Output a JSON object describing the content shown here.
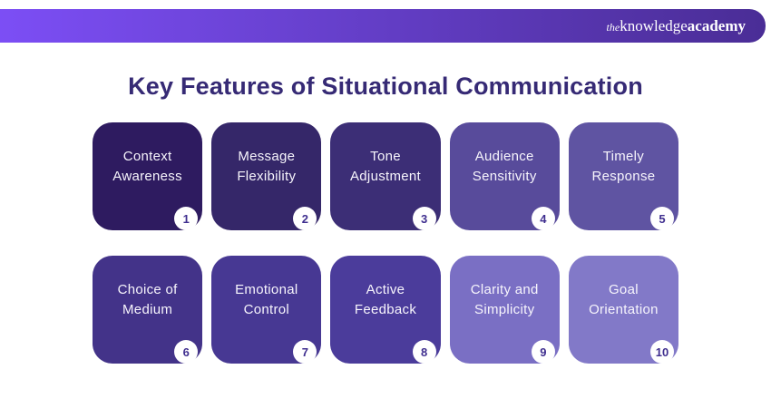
{
  "brand": {
    "the": "the",
    "knowledge": "knowledge",
    "academy": "academy"
  },
  "title": "Key Features of Situational Communication",
  "colors": {
    "bar_gradient_from": "#7c4ef5",
    "bar_gradient_to": "#4a2d96",
    "title_color": "#362a75",
    "badge_number_color": "#3f2e8f",
    "card_text_color": "#f7f5fc"
  },
  "cards": [
    {
      "label": "Context Awareness",
      "number": "1",
      "color": "#2e1b60"
    },
    {
      "label": "Message Flexibility",
      "number": "2",
      "color": "#352769"
    },
    {
      "label": "Tone Adjustment",
      "number": "3",
      "color": "#3c2e76"
    },
    {
      "label": "Audience Sensitivity",
      "number": "4",
      "color": "#584b9b"
    },
    {
      "label": "Timely Response",
      "number": "5",
      "color": "#5f54a2"
    },
    {
      "label": "Choice of Medium",
      "number": "6",
      "color": "#433389"
    },
    {
      "label": "Emotional Control",
      "number": "7",
      "color": "#473893"
    },
    {
      "label": "Active Feedback",
      "number": "8",
      "color": "#4b3c9b"
    },
    {
      "label": "Clarity and Simplicity",
      "number": "9",
      "color": "#7a6fc4"
    },
    {
      "label": "Goal Orientation",
      "number": "10",
      "color": "#8279c8"
    }
  ]
}
